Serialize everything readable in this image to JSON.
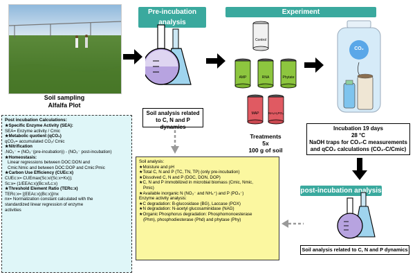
{
  "field": {
    "caption_line1": "Soil sampling",
    "caption_line2": "Alfalfa Plot"
  },
  "pre_incubation": {
    "header": "Pre-incubation analysis",
    "box_text": "Soil analysis related to C, N and P dynamics"
  },
  "experiment": {
    "header": "Experiment",
    "cans": {
      "control": "Control",
      "amp": "AMP",
      "rna": "RNA",
      "phytate": "Phytate",
      "map": "MAP",
      "nh4po4": "NH₄H₂PO₄"
    },
    "treatments_line1": "Treatments",
    "treatments_line2": "5x",
    "treatments_line3": "100 g of soil",
    "jar_label": "CO₂"
  },
  "incubation": {
    "line1": "Incubation 19 days",
    "line2": "28 °C",
    "line3": "NaOH traps for CO₂-C measurements",
    "line4": "and qCO₂ calculations (CO₂-C/Cmic)"
  },
  "post_incubation": {
    "header": "post-incubation analysis",
    "box_text": "Soil analysis related to C, N and P dynamics"
  },
  "calculations": {
    "title": "Post incubation Calculations:",
    "l1": "★Specific Enzyme Activity (SEA):",
    "l2": "SEA= Enzyme activity / Cmic",
    "l3": "★Metabolic quotient (qCO₂)",
    "l4": "qCO₂= accumulated CO₂/ Cmic",
    "l5": "★Nitrification",
    "l6": "₍NO₃⁻ = (NO₃⁻(pre-incubation)) - (NO₃⁻ post-incubation)",
    "l7": "★Homeostasis:",
    "l8": "Linear regressions between DOC:DON and",
    "l9": "Cmic:Nmic and between DOC:DOP and Cmic:Pmic",
    "l10": "★Carbon Use Efficiency (CUEc:x)",
    "l11": "CUEc:x= CUEmax(Sc:x/(Sc:x+Kx));",
    "l12": "Sc:x= (1/EEAc:x)(Bc:x/Lc:x)",
    "l13": "★Threshold Element Ratio (TERc:x)",
    "l14": "TERc:x= [(EEAc:x)(Bc:x)]/nx",
    "l15": "nx= Normalization constant calculated with the",
    "l16": "standardized linear regression of enzyme",
    "l17": "activities"
  },
  "soil_analysis": {
    "l1": "Soil analysis:",
    "l2": "★Moisture and pH",
    "l3": "★Total C, N and P (TC, TN, TP) (only pre-incubation)",
    "l4": "★Dissolved C, N and P (DOC, DON, DOP)",
    "l5": "★C, N and P immobilized in microbial biomass (Cmic, Nmic,",
    "l6": "Pmic)",
    "l7": "★Available inorganic N (NO₃⁻ and NH₄⁺) and P (PO₄⁻)",
    "l8": "Enzyme activity analysis:",
    "l9": "★C degradation: B-glucosidase (BG), Laccase (POX)",
    "l10": "★N degradation: N-acetyl glucosaminidase (NAG)",
    "l11": "★Organic Phosphorus degradation: Phosphomonoesterase",
    "l12": "(Phm), phosphodiesterase (Phd) and phytase (Phy)"
  },
  "colors": {
    "teal": "#3aa99e",
    "green_can": "#8dc63f",
    "red_can": "#e05a62",
    "calc_bg": "#dff6f8",
    "soil_bg": "#fbf7a0"
  }
}
